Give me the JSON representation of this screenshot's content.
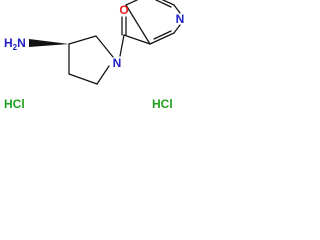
{
  "molecule": {
    "amine_label": "H2N",
    "amine_prefix": "H",
    "amine_subscript": "2",
    "amine_atom": "N",
    "ring_nitrogen": "N",
    "pyridine_nitrogen": "N",
    "carbonyl_oxygen": "O"
  },
  "salts": [
    {
      "label": "HCl"
    },
    {
      "label": "HCl"
    }
  ],
  "colors": {
    "nitrogen": "#2121c8",
    "oxygen": "#e61e1e",
    "chlorine_salt": "#1fa11f",
    "bond": "#111111"
  }
}
